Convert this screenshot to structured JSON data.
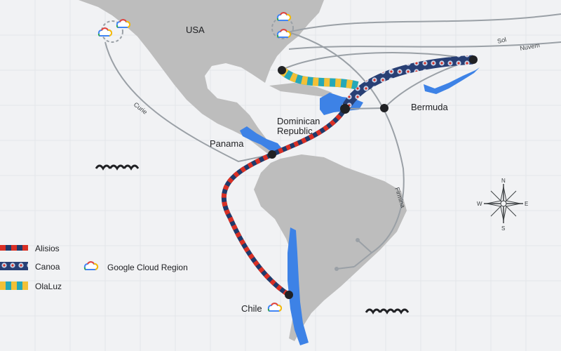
{
  "map": {
    "background": "#f1f2f4",
    "land_color": "#bdbdbd",
    "highlight_color": "#3d82e6",
    "places": {
      "usa": "USA",
      "dominican_republic_line1": "Dominican",
      "dominican_republic_line2": "Republic",
      "panama": "Panama",
      "bermuda": "Bermuda",
      "chile": "Chile"
    },
    "cables": {
      "curie": "Curie",
      "firmina": "Firmina",
      "sol": "Sol",
      "nuvem": "Nuvem"
    },
    "compass": {
      "north": "N",
      "south": "S",
      "east": "E",
      "west": "W"
    },
    "legend": {
      "alisios": "Alisios",
      "canoa": "Canoa",
      "olaluz": "OlaLuz",
      "google_cloud_region": "Google Cloud Region"
    },
    "colors": {
      "alisios_red": "#d93025",
      "alisios_navy": "#1f3a6b",
      "canoa_navy": "#283f74",
      "canoa_pattern": "#c9d3e8",
      "olaluz_yellow": "#f2c037",
      "olaluz_teal": "#25a8b8",
      "cable_grey": "#9aa0a6",
      "node": "#202124"
    },
    "icons": [
      "google-cloud-icon",
      "wave-icon",
      "compass-rose-icon"
    ]
  }
}
